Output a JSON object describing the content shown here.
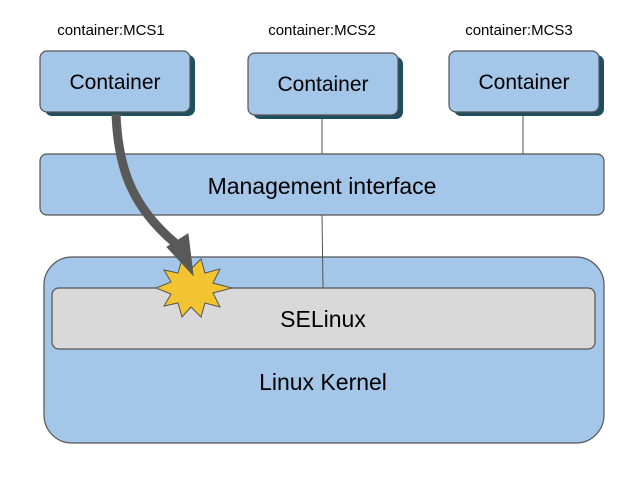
{
  "containers": [
    {
      "tag": "container:MCS1",
      "label": "Container"
    },
    {
      "tag": "container:MCS2",
      "label": "Container"
    },
    {
      "tag": "container:MCS3",
      "label": "Container"
    }
  ],
  "management": {
    "label": "Management interface"
  },
  "selinux": {
    "label": "SELinux"
  },
  "kernel": {
    "label": "Linux Kernel"
  },
  "colors": {
    "box_fill": "#a4c6e8",
    "box_shadow": "#1f4e5e",
    "selinux_fill": "#d9d9d9",
    "arrow": "#595959",
    "burst": "#f3c431"
  }
}
